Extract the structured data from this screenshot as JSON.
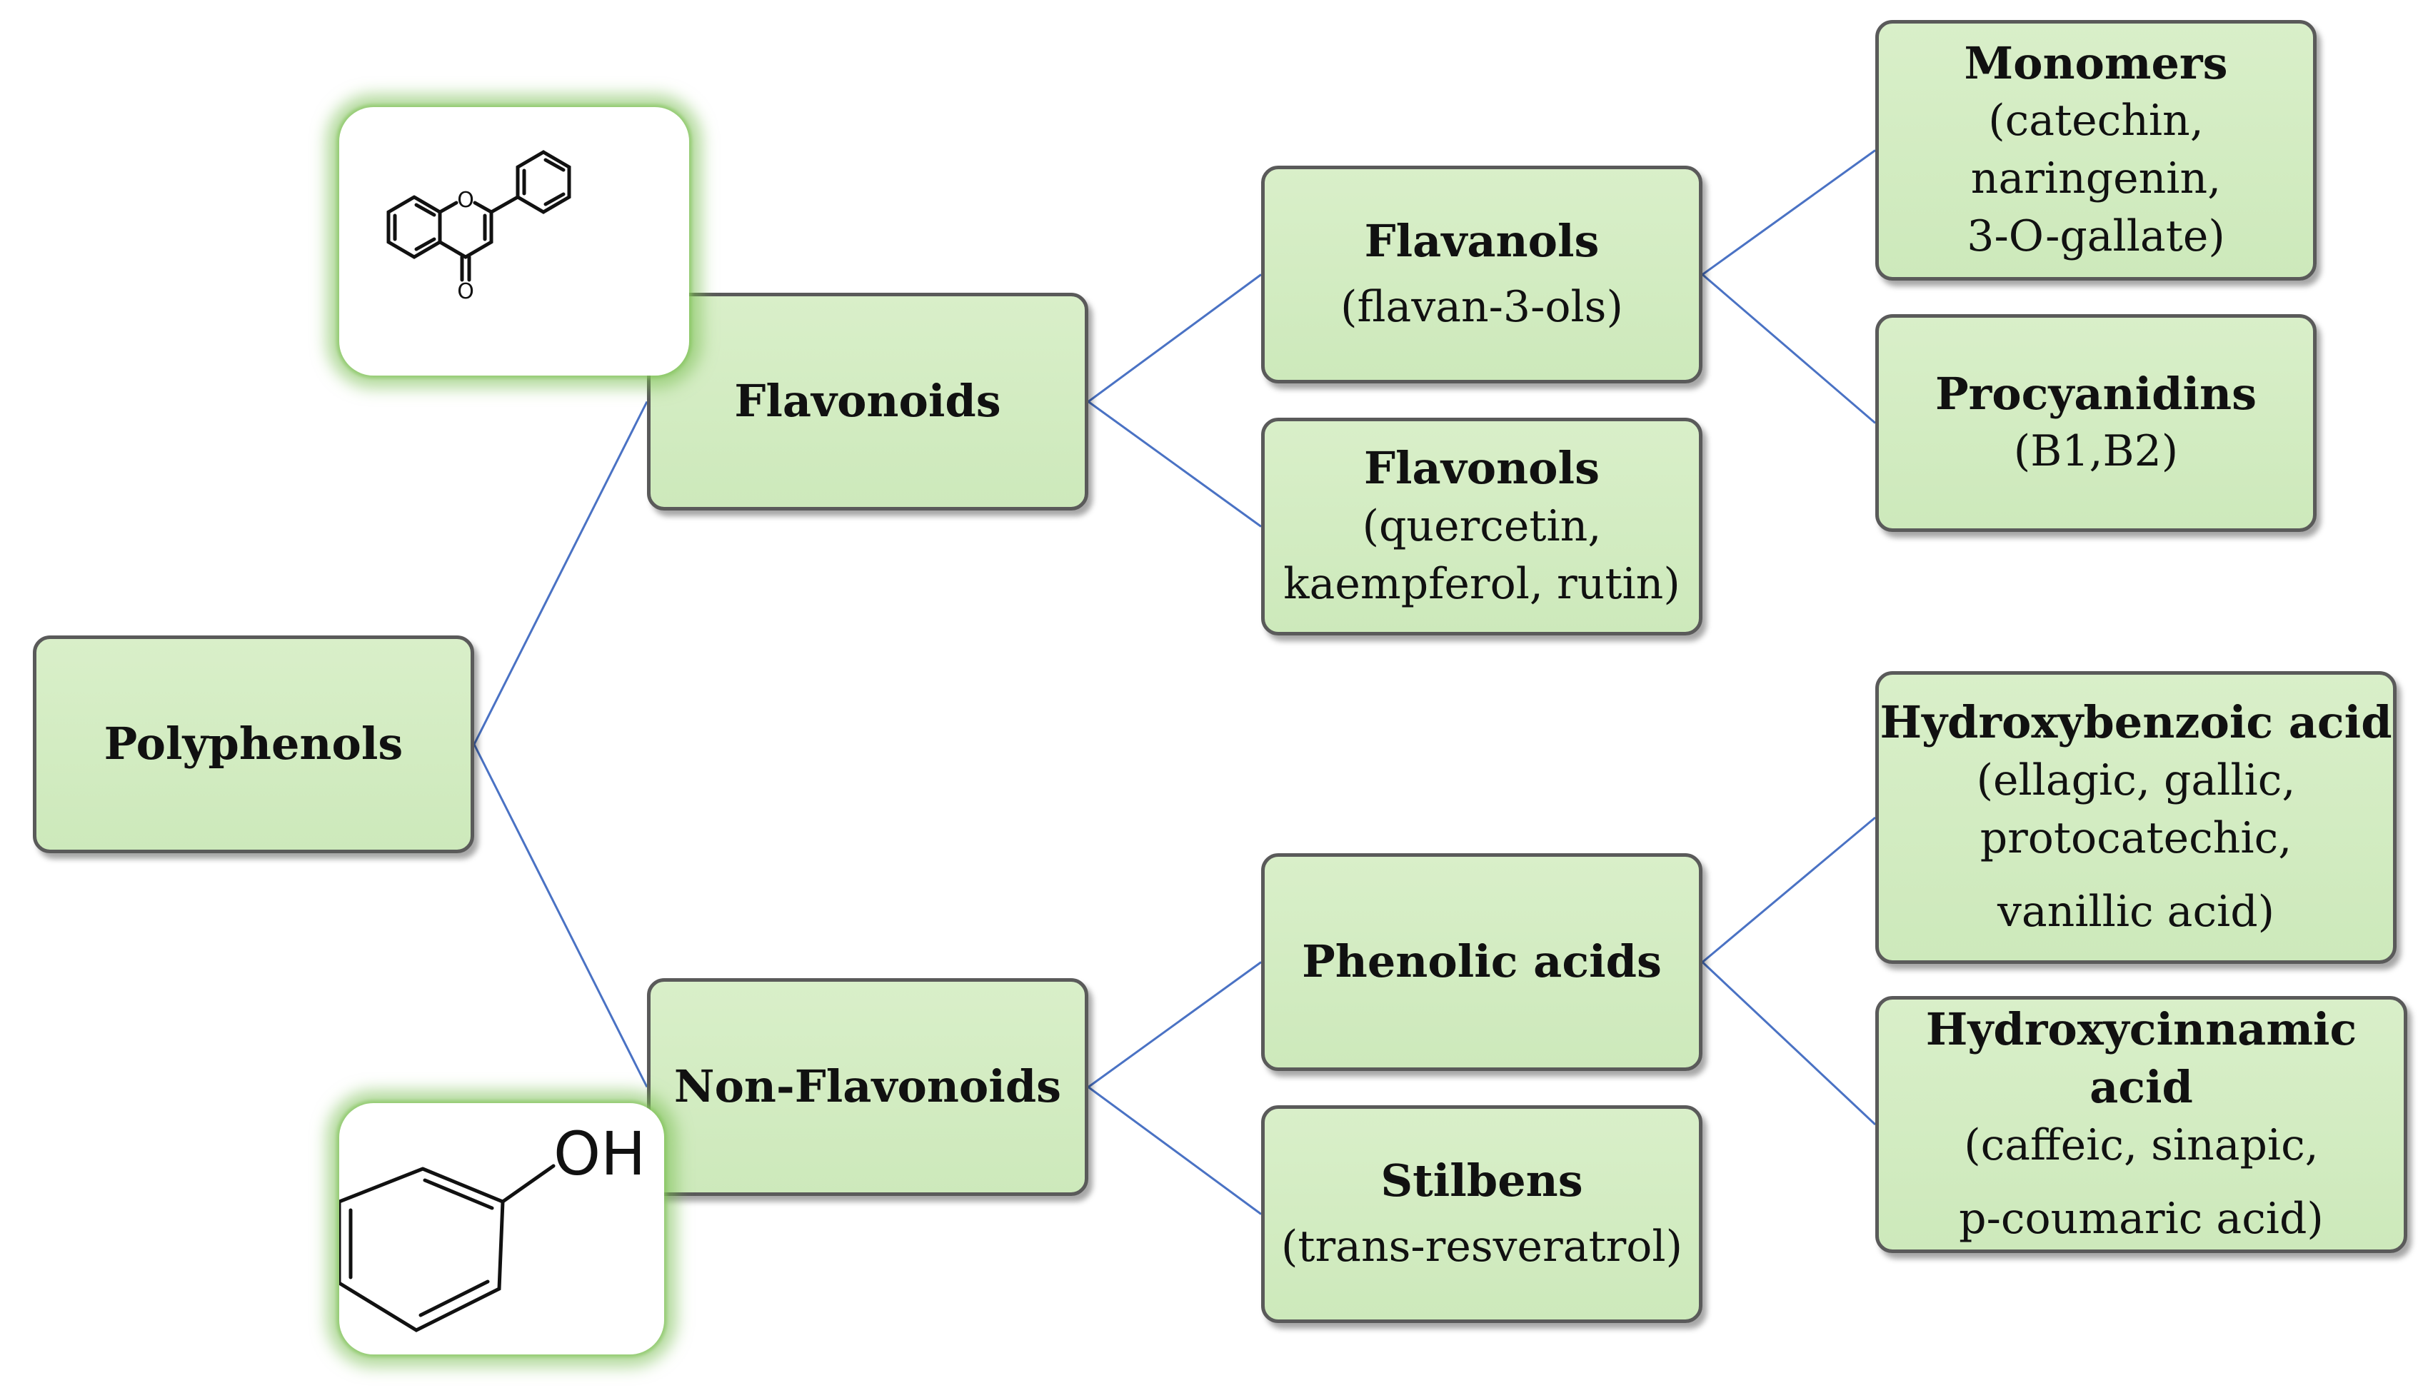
{
  "nodes": {
    "polyphenols": {
      "title": "Polyphenols"
    },
    "flavonoids": {
      "title": "Flavonoids"
    },
    "nonflavonoids": {
      "title": "Non-Flavonoids"
    },
    "flavanols": {
      "title": "Flavanols",
      "lines": [
        "(flavan-3-ols)"
      ]
    },
    "flavonols": {
      "title": "Flavonols",
      "lines": [
        "(quercetin,",
        "kaempferol, rutin)"
      ]
    },
    "phenolic": {
      "title": "Phenolic acids"
    },
    "stilbens": {
      "title": "Stilbens",
      "lines": [
        "(trans-resveratrol)"
      ]
    },
    "monomers": {
      "title": "Monomers",
      "lines": [
        "(catechin,",
        "naringenin,",
        "3-O-gallate)"
      ]
    },
    "procyanidins": {
      "title": "Procyanidins",
      "lines": [
        "(B1,B2)"
      ]
    },
    "hba": {
      "title": "Hydroxybenzoic acid",
      "lines": [
        "(ellagic, gallic,",
        "protocatechic,",
        "vanillic acid)"
      ]
    },
    "hca": {
      "title": "Hydroxycinnamic acid",
      "lines": [
        "(caffeic, sinapic,",
        "p-coumaric acid)"
      ]
    }
  },
  "edges": [
    [
      "polyphenols",
      "flavonoids"
    ],
    [
      "polyphenols",
      "nonflavonoids"
    ],
    [
      "flavonoids",
      "flavanols"
    ],
    [
      "flavonoids",
      "flavonols"
    ],
    [
      "nonflavonoids",
      "phenolic"
    ],
    [
      "nonflavonoids",
      "stilbens"
    ],
    [
      "flavanols",
      "monomers"
    ],
    [
      "flavanols",
      "procyanidins"
    ],
    [
      "phenolic",
      "hba"
    ],
    [
      "phenolic",
      "hca"
    ]
  ],
  "molecules": {
    "flavone": {
      "atom_o_ring": "O",
      "atom_o_carbonyl": "O"
    },
    "phenol": {
      "atom_oh": "OH"
    }
  },
  "colors": {
    "node_fill": "#d3ecc2",
    "node_border": "#5a5a5a",
    "edge": "#4a72c4",
    "glow": "#8cc85a"
  }
}
